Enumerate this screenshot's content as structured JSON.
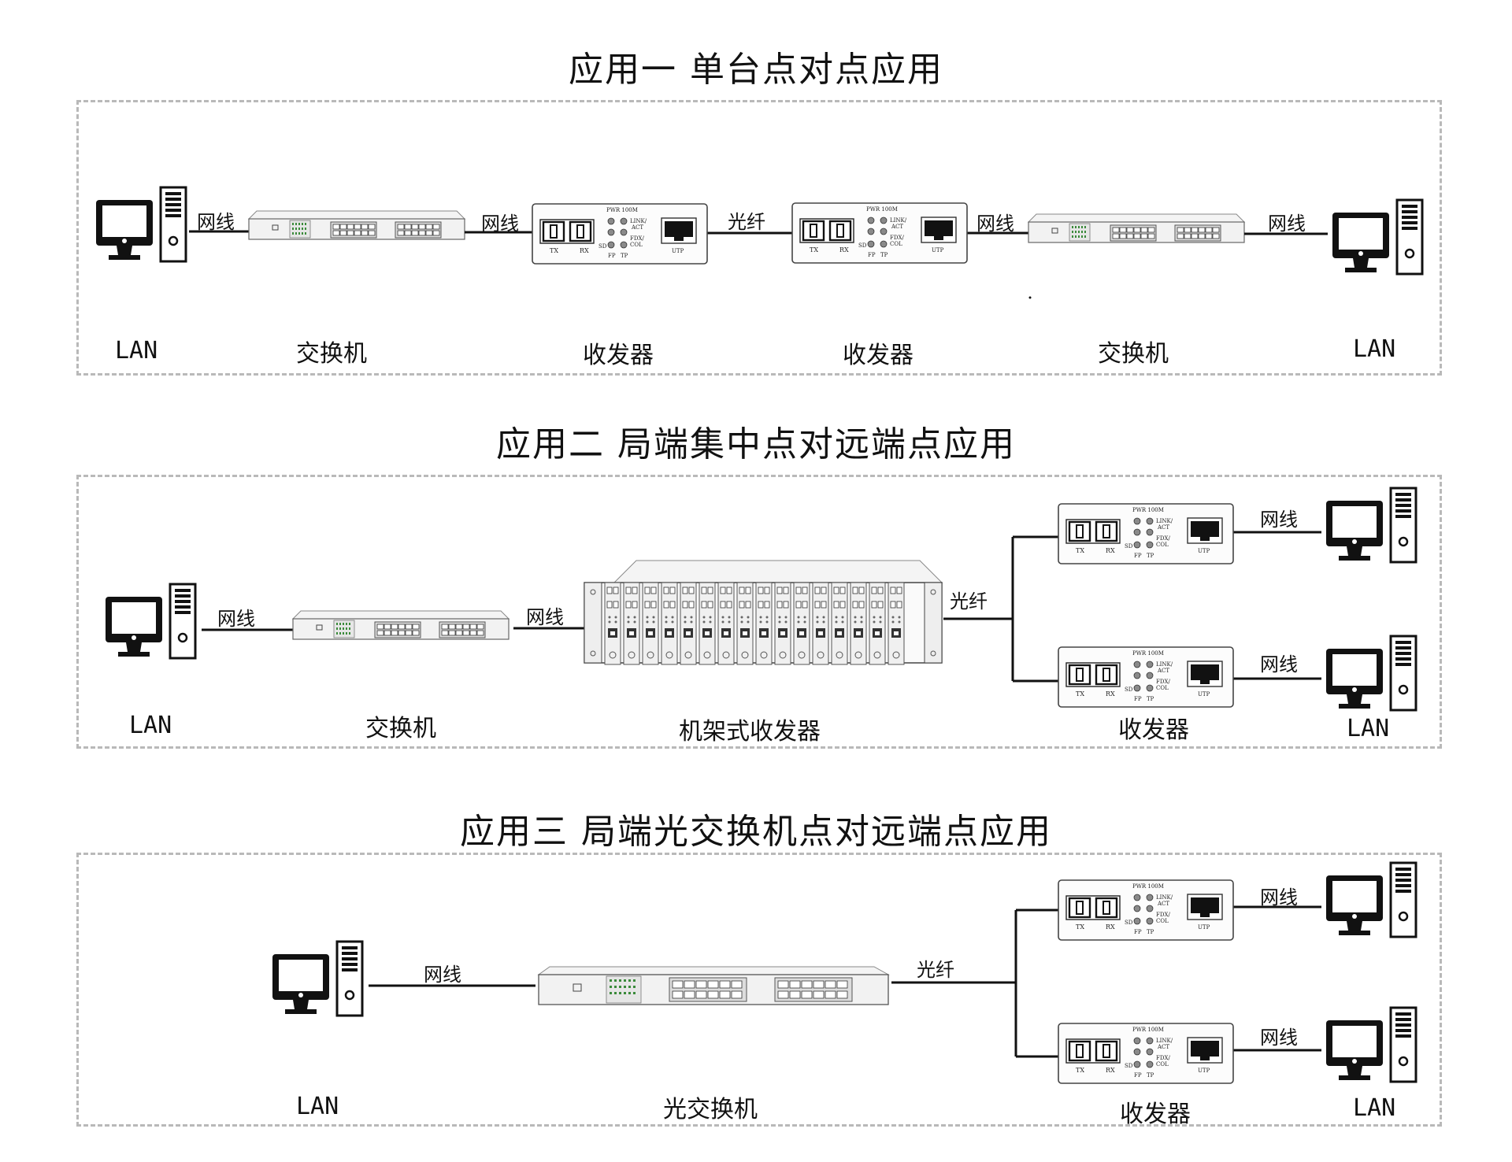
{
  "sections": [
    {
      "title": "应用一  单台点对点应用",
      "wires": [
        "网线",
        "网线",
        "光纤",
        "网线",
        "网线"
      ],
      "labels": [
        "LAN",
        "交换机",
        "收发器",
        "收发器",
        "交换机",
        "LAN"
      ]
    },
    {
      "title": "应用二  局端集中点对远端点应用",
      "wires": [
        "网线",
        "网线",
        "光纤",
        "网线",
        "网线"
      ],
      "labels": [
        "LAN",
        "交换机",
        "机架式收发器",
        "收发器",
        "LAN"
      ]
    },
    {
      "title": "应用三  局端光交换机点对远端点应用",
      "wires": [
        "网线",
        "光纤",
        "网线",
        "网线"
      ],
      "labels": [
        "LAN",
        "光交换机",
        "收发器",
        "LAN"
      ]
    }
  ],
  "device_text": {
    "pwr": "PWR 100M",
    "link": "LINK/",
    "act": "ACT",
    "fdx": "FDX/",
    "col": "COL",
    "sd": "SD",
    "fp": "FP",
    "tp": "TP",
    "tx": "TX",
    "rx": "RX",
    "utp": "UTP"
  },
  "icons": [
    "computer-icon",
    "switch-icon",
    "media-converter-icon",
    "rack-converter-icon",
    "optical-switch-icon"
  ]
}
